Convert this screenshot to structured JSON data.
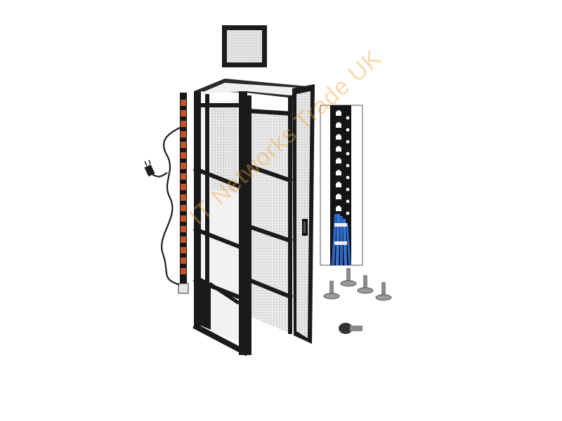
{
  "image": {
    "subject": "server-rack-cabinet-kit",
    "background": "#ffffff",
    "watermark": "IT Networks Trade UK",
    "colors": {
      "frame": "#1a1a1a",
      "mesh": "#d9d9d9",
      "outlet": "#c4552a",
      "cables": "#2a66c9",
      "watermark": "#f0a53c"
    },
    "components": {
      "top_panel": "vented-top-panel",
      "rack": "open-frame-rack-with-mesh-door",
      "power_strip": "vertical-power-strip-with-cord",
      "cable_manager": "lacing-strip-with-blue-cables",
      "screws": "rack-screws",
      "screw_count": 5
    }
  }
}
